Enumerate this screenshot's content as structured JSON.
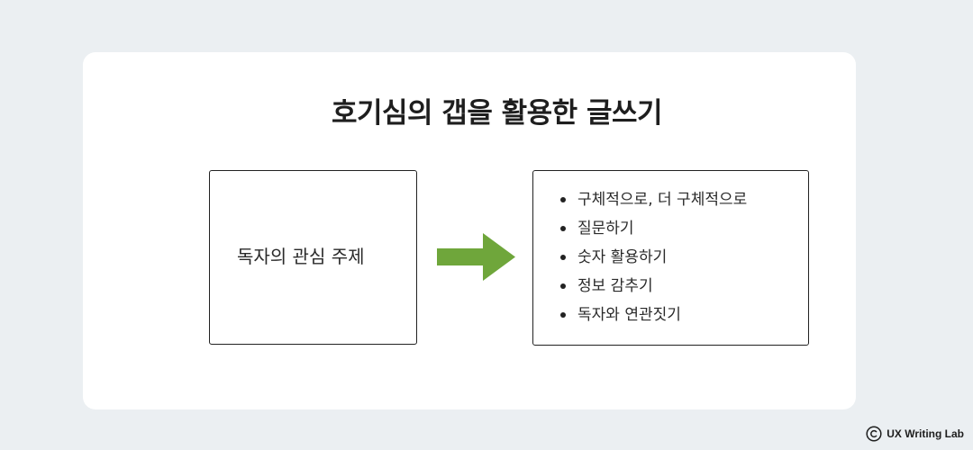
{
  "title": "호기심의 갭을 활용한 글쓰기",
  "left_box": {
    "label": "독자의 관심 주제"
  },
  "arrow": {
    "icon": "right-arrow-icon",
    "color": "#6fa63b"
  },
  "right_box": {
    "items": [
      "구체적으로, 더 구체적으로",
      "질문하기",
      "숫자 활용하기",
      "정보 감추기",
      "독자와 연관짓기"
    ]
  },
  "footer": {
    "icon": "copyright-icon",
    "label": "UX Writing Lab"
  }
}
